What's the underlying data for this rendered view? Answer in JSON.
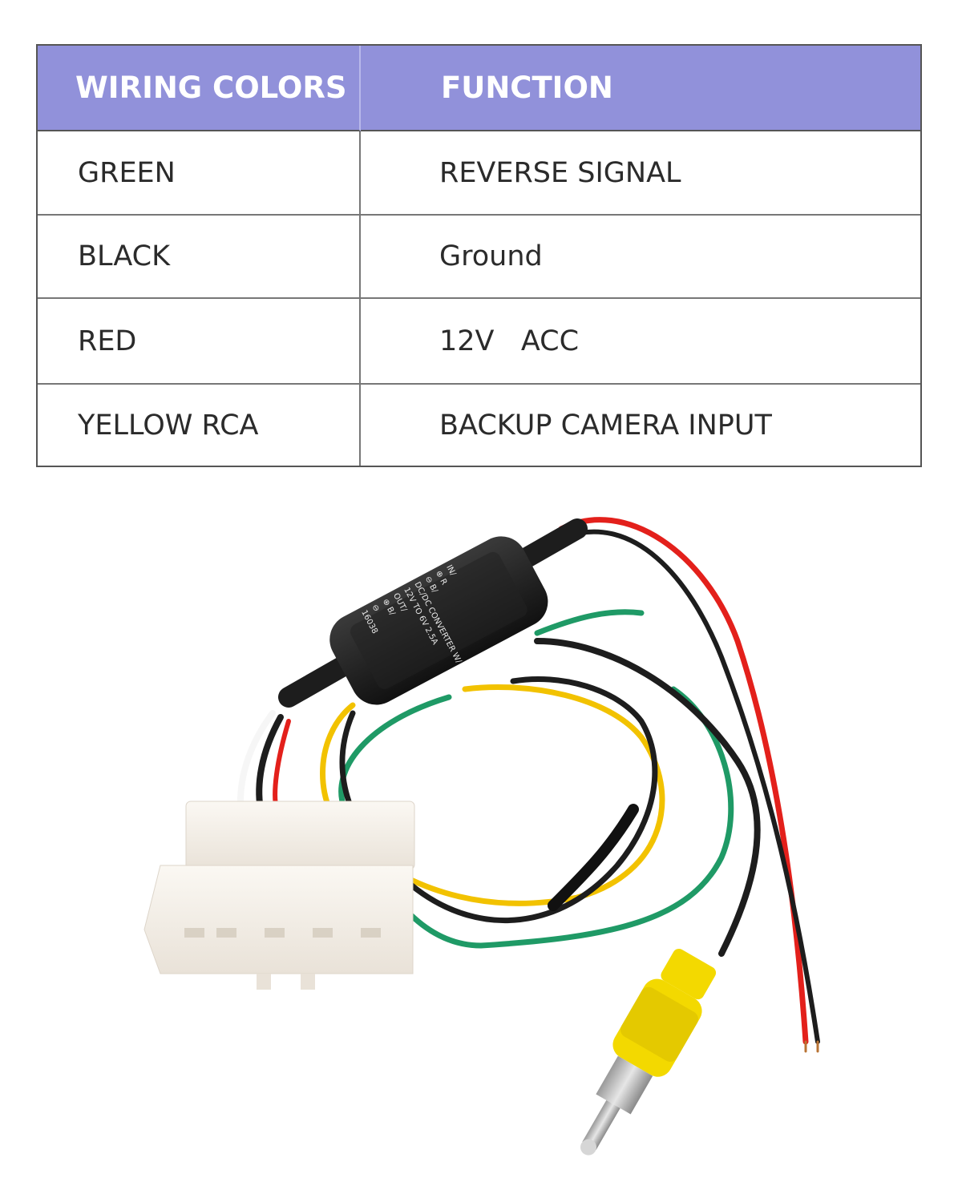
{
  "table": {
    "headers": [
      "WIRING COLORS",
      "FUNCTION"
    ],
    "rows": [
      {
        "color": "GREEN",
        "function": "REVERSE SIGNAL"
      },
      {
        "color": "BLACK",
        "function": "Ground"
      },
      {
        "color": "RED",
        "function": "12V   ACC"
      },
      {
        "color": "YELLOW RCA",
        "function": "BACKUP CAMERA INPUT"
      }
    ]
  },
  "converter_label": {
    "line1": "IN/",
    "line2": "⊕ R",
    "line3": "⊖ B/",
    "line4": "DC/DC CONVERTER W/",
    "line5": "12V TO 6V 2.5A",
    "line6": "OUT/",
    "line7": "⊕ B/",
    "line8": "⊖",
    "line9": "16038"
  },
  "colors": {
    "header_bg": "#9191da",
    "wire_red": "#e3201b",
    "wire_black": "#1d1d1d",
    "wire_green": "#1f9a66",
    "wire_yellow": "#f2c200",
    "rca_yellow": "#f3d900",
    "connector_white": "#f6f1ea"
  }
}
